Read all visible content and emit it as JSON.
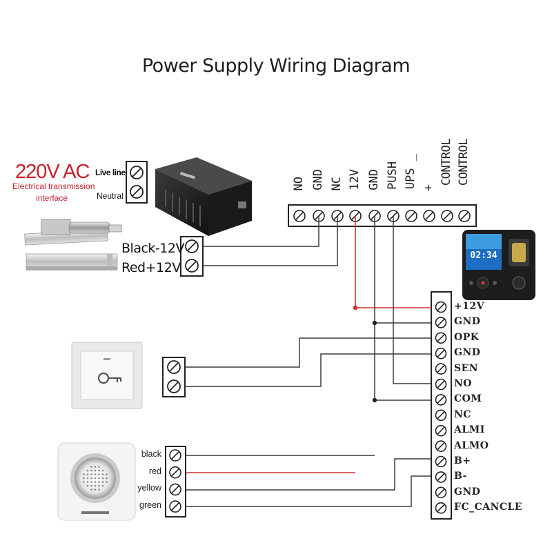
{
  "title": "Power Supply Wiring Diagram",
  "power_supply": {
    "voltage_label": "220V AC",
    "subtitle_line1": "Electrical transmission",
    "subtitle_line2": "interface",
    "live_label": "Live line",
    "neutral_label": "Neutral"
  },
  "lock": {
    "black_label": "Black-12V",
    "red_label": "Red+12V"
  },
  "top_terminals": [
    "NO",
    "GND",
    "NC",
    "12V",
    "GND",
    "PUSH",
    "UPS _",
    "+",
    "CONTROL",
    "CONTROL"
  ],
  "controller_terminals": [
    "+12V",
    "GND",
    "OPK",
    "GND",
    "SEN",
    "NO",
    "COM",
    "NC",
    "ALMI",
    "ALMO",
    "B+",
    "B-",
    "GND",
    "FC_CANCLE"
  ],
  "doorbell_wires": [
    "black",
    "red",
    "yellow",
    "green"
  ],
  "device": {
    "clock": "02:34"
  },
  "colors": {
    "wire": "#3a3a3a",
    "power_wire": "#d22d2d",
    "psu_text": "#c8202a"
  }
}
